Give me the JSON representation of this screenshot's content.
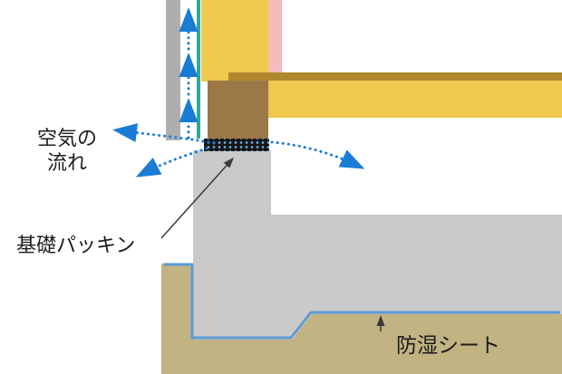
{
  "diagram": {
    "type": "architectural-cross-section",
    "labels": {
      "airflow_line1": "空気の",
      "airflow_line2": "流れ",
      "foundation_packing": "基礎パッキン",
      "moisture_sheet": "防湿シート"
    },
    "colors": {
      "wall_yellow": "#EEC94E",
      "beam_top_brown": "#B1882F",
      "sill_brown": "#9B7846",
      "insulation_pink": "#F4BCBA",
      "siding_gray": "#AEAEAE",
      "barrier_teal": "#2FA8A0",
      "concrete_gray": "#CACACA",
      "soil_khaki": "#C2B383",
      "sheet_blue": "#5B9BD5",
      "arrow_blue": "#1B7CD6",
      "packing_black": "#161616"
    }
  }
}
